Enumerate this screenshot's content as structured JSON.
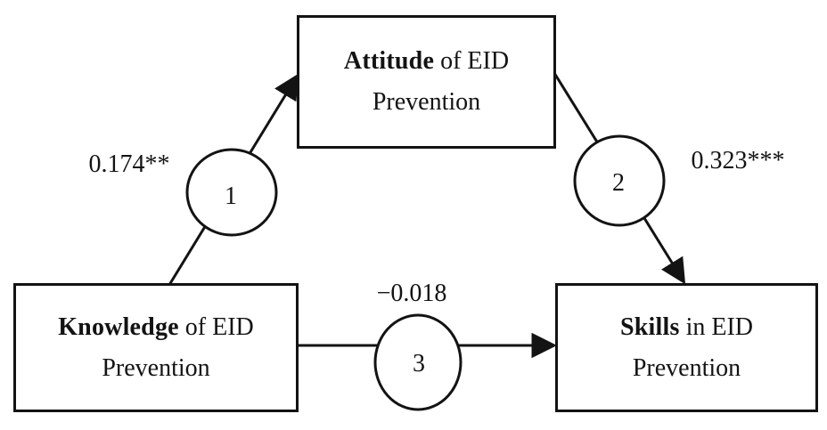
{
  "figure": {
    "description": "Path diagram with three rectangular variable nodes connected by numbered mediation paths"
  },
  "nodes": {
    "attitude": {
      "bold": "Attitude",
      "rest": " of EID",
      "line2": "Prevention"
    },
    "knowledge": {
      "bold": "Knowledge",
      "rest": " of EID",
      "line2": "Prevention"
    },
    "skills": {
      "bold": "Skills",
      "rest": " in EID",
      "line2": "Prevention"
    }
  },
  "paths": {
    "p1": {
      "number": "1",
      "coefficient": "0.174**",
      "from": "knowledge",
      "to": "attitude"
    },
    "p2": {
      "number": "2",
      "coefficient": "0.323***",
      "from": "attitude",
      "to": "skills"
    },
    "p3": {
      "number": "3",
      "coefficient": "−0.018",
      "from": "knowledge",
      "to": "skills"
    }
  },
  "colors": {
    "ink": "#131313",
    "background": "#ffffff"
  }
}
